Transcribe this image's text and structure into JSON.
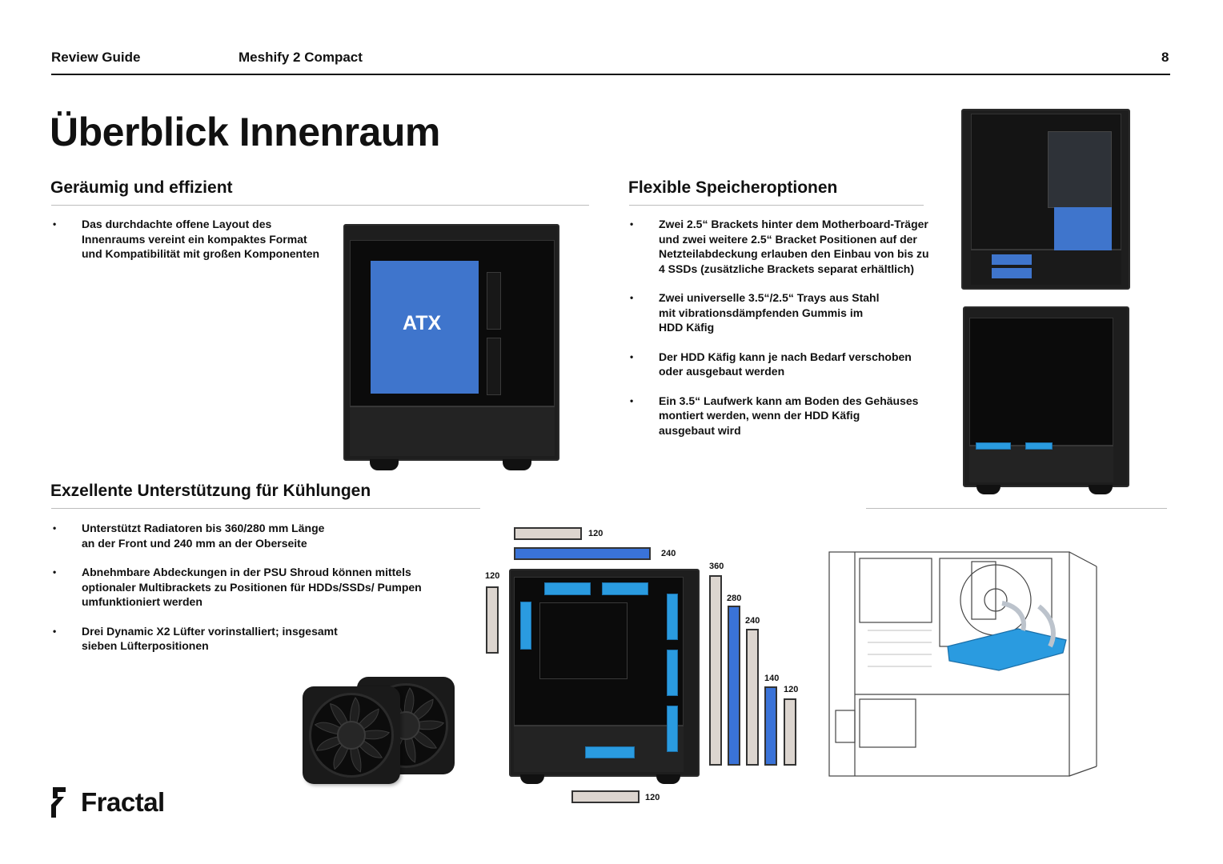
{
  "header": {
    "left": "Review Guide",
    "center": "Meshify 2 Compact",
    "page_number": "8"
  },
  "page_title": "Überblick Innenraum",
  "section1": {
    "heading": "Geräumig und effizient",
    "bullets": [
      "Das durchdachte offene Layout des\nInnenraums vereint ein kompaktes Format\nund Kompatibilität mit großen Komponenten"
    ],
    "board_label": "ATX"
  },
  "section2": {
    "heading": "Flexible Speicheroptionen",
    "bullets": [
      "Zwei 2.5“ Brackets hinter dem Motherboard-Träger\nund zwei weitere 2.5“ Bracket Positionen auf der\nNetzteilabdeckung erlauben den Einbau von bis zu\n4 SSDs (zusätzliche Brackets separat erhältlich)",
      "Zwei universelle 3.5“/2.5“ Trays aus Stahl\nmit vibrationsdämpfenden Gummis im\nHDD Käfig",
      "Der HDD Käfig kann je nach Bedarf verschoben\noder ausgebaut werden",
      "Ein 3.5“ Laufwerk kann am Boden des Gehäuses\nmontiert werden, wenn der HDD Käfig\nausgebaut wird"
    ]
  },
  "section3": {
    "heading": "Exzellente Unterstützung für Kühlungen",
    "bullets": [
      "Unterstützt Radiatoren bis 360/280 mm Länge\nan der Front und 240 mm an der Oberseite",
      "Abnehmbare Abdeckungen in der PSU Shroud können mittels\noptionaler Multibrackets zu Positionen für HDDs/SSDs/ Pumpen\numfunktioniert werden",
      "Drei Dynamic X2 Lüfter vorinstalliert; insgesamt\nsieben Lüfterpositionen"
    ]
  },
  "radiator_diagram": {
    "top": [
      {
        "label": "120",
        "color": "gray"
      },
      {
        "label": "240",
        "color": "blue"
      }
    ],
    "rear": {
      "label": "120",
      "color": "gray"
    },
    "front": [
      {
        "label": "360",
        "color": "gray"
      },
      {
        "label": "280",
        "color": "blue"
      },
      {
        "label": "240",
        "color": "gray"
      },
      {
        "label": "140",
        "color": "blue"
      },
      {
        "label": "120",
        "color": "gray"
      }
    ],
    "bottom": {
      "label": "120",
      "color": "gray"
    }
  },
  "colors": {
    "highlight_blue": "#3f75cc",
    "highlight_cyan": "#2a9be0",
    "radiator_gray": "#dcd5cf"
  },
  "brand": {
    "name": "Fractal",
    "icon": "fractal-logo-icon"
  }
}
